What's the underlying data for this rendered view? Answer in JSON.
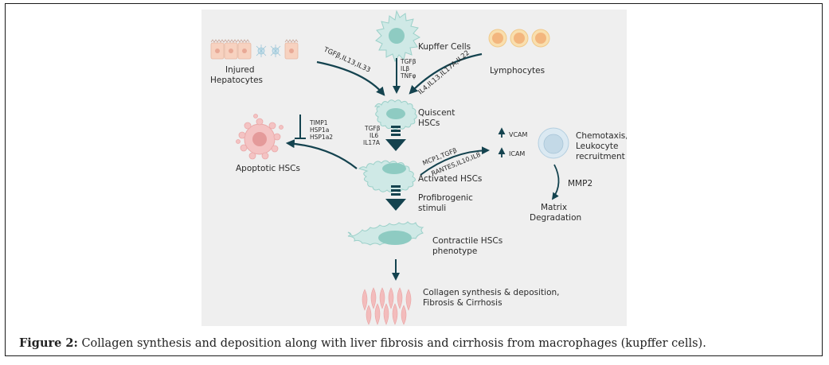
{
  "figure": {
    "caption_label": "Figure 2:",
    "caption_text": " Collagen synthesis and deposition along with liver fibrosis and cirrhosis from macrophages (kupffer cells).",
    "colors": {
      "panel_bg": "#efefef",
      "arrow": "#14434f",
      "hsc_fill": "#cfe9e6",
      "hsc_nucleus": "#8ecbc2",
      "apoptotic_fill": "#f4c3c3",
      "lymphocyte_fill": "#f9dfae",
      "lymphocyte_nucleus": "#f3b67e",
      "hepatocyte_fill": "#f7d2c0",
      "collagen_fill": "#f3bcbc"
    }
  },
  "nodes": {
    "injured_hepatocytes": {
      "line1": "Injured",
      "line2": "Hepatocytes"
    },
    "kupffer_cells": "Kupffer Cells",
    "lymphocytes": "Lymphocytes",
    "quiescent_hscs": {
      "line1": "Quiscent",
      "line2": "HSCs"
    },
    "apoptotic_hscs": "Apoptotic HSCs",
    "activated_hscs": "Activated HSCs",
    "profibrogenic": {
      "line1": "Profibrogenic",
      "line2": "stimuli"
    },
    "contractile_hscs": {
      "line1": "Contractile HSCs",
      "line2": "phenotype"
    },
    "collagen": {
      "line1": "Collagen synthesis & deposition,",
      "line2": "Fibrosis & Cirrhosis"
    },
    "chemotaxis": {
      "line1": "Chemotaxis,",
      "line2": "Leukocyte",
      "line3": "recruitment"
    },
    "matrix_degradation": {
      "line1": "Matrix",
      "line2": "Degradation"
    }
  },
  "edge_labels": {
    "hepatocytes_to_quiescent": "TGFβ,IL13,IL33",
    "kupffer_to_quiescent": [
      "TGFβ",
      "ILβ",
      "TNFφ"
    ],
    "lymphocytes_to_quiescent": "IL4,IL13,IL17A,IL22",
    "quiescent_to_activated": [
      "TGFβ",
      "IL6",
      "IL17A"
    ],
    "inhibitors": [
      "TIMP1",
      "HSP1a",
      "HSP1a2"
    ],
    "activated_to_adhesion_top": "MCP1,TGFβ",
    "activated_to_adhesion_bottom": "RANTES,IL10,IL8",
    "vcam": "VCAM",
    "icam": "ICAM",
    "mmp2": "MMP2"
  }
}
